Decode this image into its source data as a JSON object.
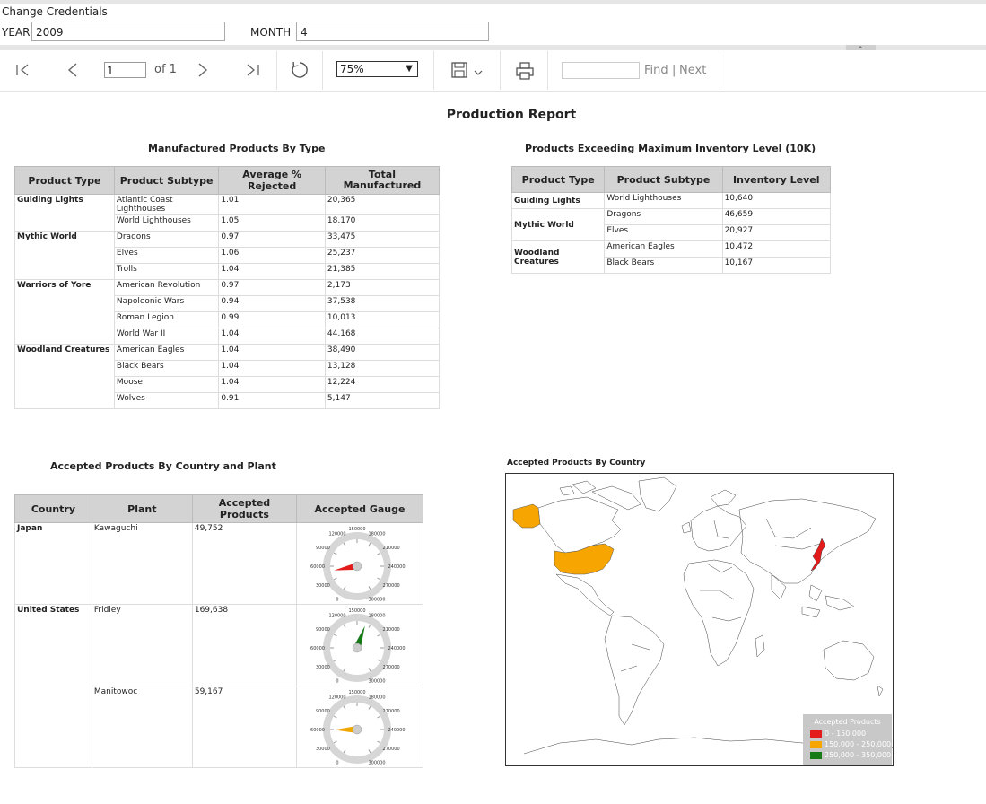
{
  "params": {
    "change_credentials": "Change Credentials",
    "year_label": "YEAR",
    "year_value": "2009",
    "month_label": "MONTH",
    "month_value": "4"
  },
  "toolbar": {
    "page_value": "1",
    "page_of": "of 1",
    "zoom": "75%",
    "find": "Find",
    "sep": "|",
    "next": "Next"
  },
  "report": {
    "title": "Production Report",
    "manufactured": {
      "title": "Manufactured Products By Type",
      "headers": [
        "Product Type",
        "Product Subtype",
        "Average % Rejected",
        "Total Manufactured"
      ],
      "groups": [
        {
          "type": "Guiding Lights",
          "rows": [
            [
              "Atlantic Coast Lighthouses",
              "1.01",
              "20,365"
            ],
            [
              "World Lighthouses",
              "1.05",
              "18,170"
            ]
          ]
        },
        {
          "type": "Mythic World",
          "rows": [
            [
              "Dragons",
              "0.97",
              "33,475"
            ],
            [
              "Elves",
              "1.06",
              "25,237"
            ],
            [
              "Trolls",
              "1.04",
              "21,385"
            ]
          ]
        },
        {
          "type": "Warriors of Yore",
          "rows": [
            [
              "American Revolution",
              "0.97",
              "2,173"
            ],
            [
              "Napoleonic Wars",
              "0.94",
              "37,538"
            ],
            [
              "Roman Legion",
              "0.99",
              "10,013"
            ],
            [
              "World War II",
              "1.04",
              "44,168"
            ]
          ]
        },
        {
          "type": "Woodland Creatures",
          "rows": [
            [
              "American Eagles",
              "1.04",
              "38,490"
            ],
            [
              "Black Bears",
              "1.04",
              "13,128"
            ],
            [
              "Moose",
              "1.04",
              "12,224"
            ],
            [
              "Wolves",
              "0.91",
              "5,147"
            ]
          ]
        }
      ]
    },
    "inventory": {
      "title": "Products Exceeding Maximum Inventory Level (10K)",
      "headers": [
        "Product Type",
        "Product Subtype",
        "Inventory Level"
      ],
      "groups": [
        {
          "type": "Guiding Lights",
          "rows": [
            [
              "World Lighthouses",
              "10,640"
            ]
          ]
        },
        {
          "type": "Mythic World",
          "rows": [
            [
              "Dragons",
              "46,659"
            ],
            [
              "Elves",
              "20,927"
            ]
          ]
        },
        {
          "type": "Woodland Creatures",
          "rows": [
            [
              "American Eagles",
              "10,472"
            ],
            [
              "Black Bears",
              "10,167"
            ]
          ]
        }
      ]
    },
    "accepted": {
      "title": "Accepted Products By Country and Plant",
      "headers": [
        "Country",
        "Plant",
        "Accepted Products",
        "Accepted Gauge"
      ],
      "rows": [
        {
          "country": "Japan",
          "plant": "Kawaguchi",
          "value": "49,752",
          "gauge_value": 49752,
          "color": "#e31b1b"
        },
        {
          "country": "United States",
          "plant": "Fridley",
          "value": "169,638",
          "gauge_value": 169638,
          "color": "#167a16"
        },
        {
          "country": "",
          "plant": "Manitowoc",
          "value": "59,167",
          "gauge_value": 59167,
          "color": "#f0a500"
        }
      ],
      "gauge_ticks": [
        "0",
        "30000",
        "60000",
        "90000",
        "120000",
        "150000",
        "180000",
        "210000",
        "240000",
        "270000",
        "300000"
      ]
    },
    "map": {
      "title": "Accepted Products By Country",
      "legend_title": "Accepted Products",
      "legend": [
        {
          "label": "0 - 150,000",
          "color": "#e31b1b"
        },
        {
          "label": "150,000 - 250,000",
          "color": "#f7a500"
        },
        {
          "label": "250,000 - 350,000",
          "color": "#167a16"
        }
      ]
    }
  }
}
